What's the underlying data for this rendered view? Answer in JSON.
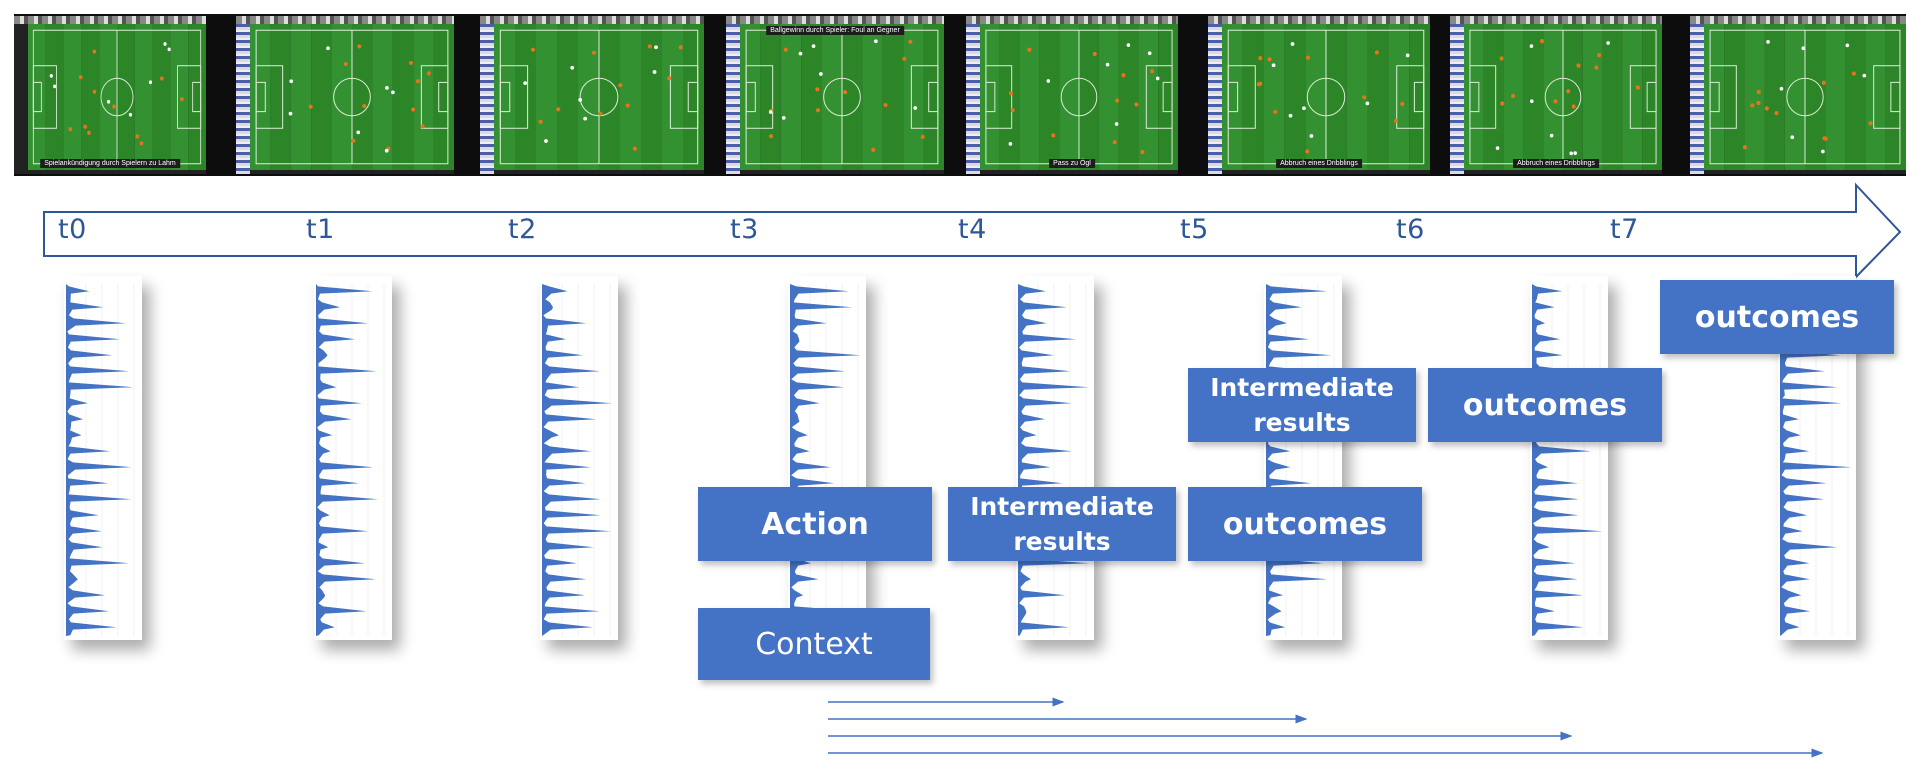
{
  "timeline": {
    "labels": [
      "t0",
      "t1",
      "t2",
      "t3",
      "t4",
      "t5",
      "t6",
      "t7"
    ],
    "color": "#2e5797"
  },
  "frames": {
    "captions": [
      {
        "frame": 0,
        "text": "Spielankündigung durch Spielern zu Lahm"
      },
      {
        "frame": 3,
        "text": "Ballgewinn durch Spieler: Foul an Gegner"
      },
      {
        "frame": 4,
        "text": "Pass zu Ögl"
      },
      {
        "frame": 5,
        "text": "Abbruch eines Dribblings"
      },
      {
        "frame": 6,
        "text": "Abbruch eines Dribblings"
      }
    ],
    "pitch_color": "#2f8a2a",
    "home_marker_color": "#e8731c",
    "away_marker_color": "#ffffff"
  },
  "boxes": {
    "action": "Action",
    "context": "Context",
    "intermediate_t4": "Intermediate results",
    "intermediate_t5": "Intermediate results",
    "outcomes_t5": "outcomes",
    "outcomes_t6": "outcomes",
    "outcomes_t7": "outcomes"
  },
  "colors": {
    "box_fill": "#4472c4",
    "spectrum_fill": "#4472c4",
    "arrow_stroke": "#2e5797"
  }
}
